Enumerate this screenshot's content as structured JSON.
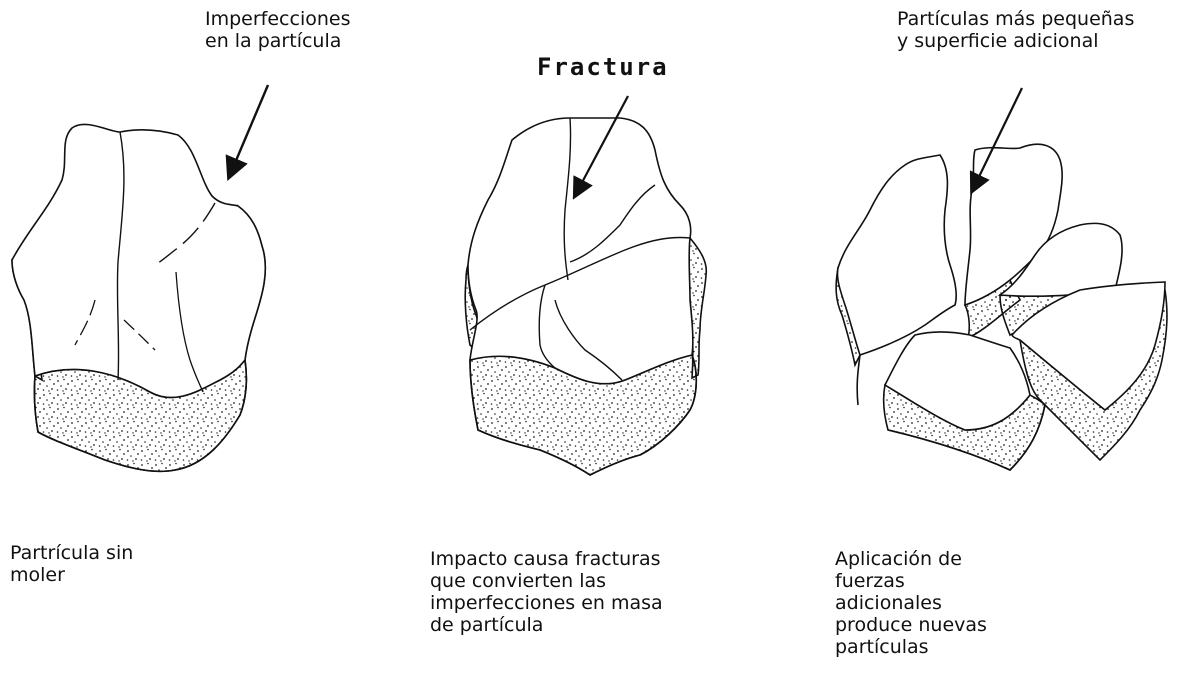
{
  "labels": {
    "imperfections": "Imperfecciones\nen la partícula",
    "fracture": "Fractura",
    "smaller_particles": "Partículas más pequeñas\ny superficie adicional",
    "caption_unground": "Partrícula sin\nmoler",
    "caption_impact": "Impacto causa fracturas\nque convierten las\nimperfecciones en masa\nde partícula",
    "caption_forces": "Aplicación de\nfuerzas\nadicionales\nproduce nuevas\npartículas"
  }
}
